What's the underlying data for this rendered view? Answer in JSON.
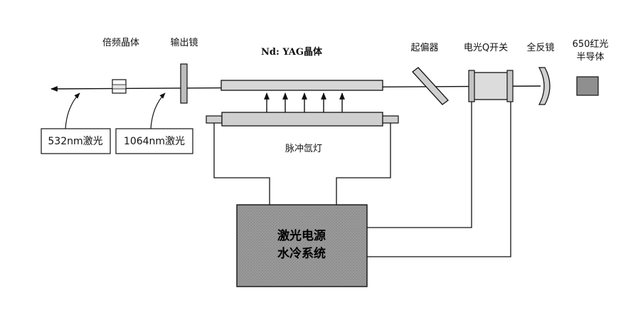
{
  "labels": {
    "doubling_crystal": "倍频晶体",
    "output_mirror": "输出镜",
    "nd_yag_crystal": "Nd: YAG晶体",
    "polarizer": "起偏器",
    "eo_q_switch": "电光Q开关",
    "total_reflection_mirror": "全反镜",
    "semiconductor_650_line1": "650红光",
    "semiconductor_650_line2": "半导体",
    "pulse_xenon_lamp": "脉冲氙灯",
    "laser_532": "532nm激光",
    "laser_1064": "1064nm激光",
    "power_supply_line1": "激光电源",
    "power_supply_line2": "水冷系统"
  },
  "colors": {
    "ink": "#111111",
    "power_box_fill": "#8a8a8a",
    "lamp_fill": "#cfcfcf",
    "crystal_fill": "#d6d6d6"
  }
}
